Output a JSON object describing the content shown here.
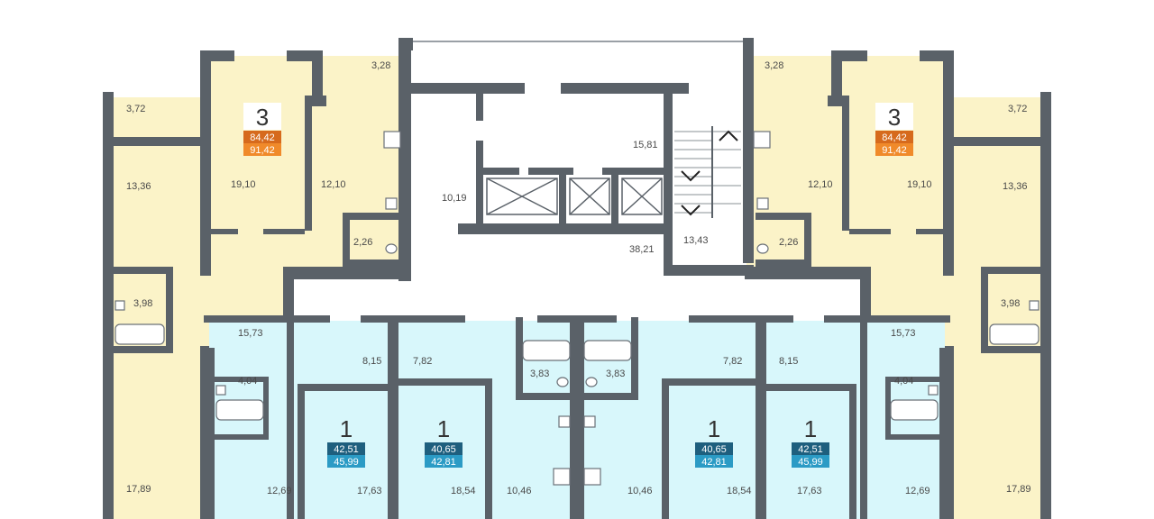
{
  "colors": {
    "wall": "#5a6168",
    "yellow": "#fbf3c8",
    "cyan": "#d8f7fb",
    "hall": "#ffffff",
    "badge_orange_dark": "#d66a1c",
    "badge_orange_light": "#f08a2a",
    "badge_blue_dark": "#1e5f7e",
    "badge_blue_light": "#2b9bc5"
  },
  "apartments": [
    {
      "rooms": "3",
      "total": "84,42",
      "with_balcony": "91,42",
      "color": "orange"
    },
    {
      "rooms": "3",
      "total": "84,42",
      "with_balcony": "91,42",
      "color": "orange"
    },
    {
      "rooms": "1",
      "total": "42,51",
      "with_balcony": "45,99",
      "color": "blue"
    },
    {
      "rooms": "1",
      "total": "40,65",
      "with_balcony": "42,81",
      "color": "blue"
    },
    {
      "rooms": "1",
      "total": "40,65",
      "with_balcony": "42,81",
      "color": "blue"
    },
    {
      "rooms": "1",
      "total": "42,51",
      "with_balcony": "45,99",
      "color": "blue"
    }
  ],
  "room_areas": {
    "l_balcony_a": "3,72",
    "l_balcony_b": "3,28",
    "l_room_a": "13,36",
    "l_room_b": "19,10",
    "l_kitchen": "12,10",
    "l_wc": "2,26",
    "l_bath": "3,98",
    "l_hall": "15,73",
    "l_room_c": "17,89",
    "r_balcony_a": "3,72",
    "r_balcony_b": "3,28",
    "r_room_a": "13,36",
    "r_room_b": "19,10",
    "r_kitchen": "12,10",
    "r_wc": "2,26",
    "r_bath": "3,98",
    "r_hall": "15,73",
    "r_room_c": "17,89",
    "core_a": "10,19",
    "core_b": "15,81",
    "core_corridor": "38,21",
    "stair": "13,43",
    "a1_hall": "8,15",
    "a1_bath": "4,04",
    "a1_room": "12,69",
    "a1_kitchen": "17,63",
    "a2_hall": "7,82",
    "a2_bath": "3,83",
    "a2_room": "18,54",
    "a2_kitchen": "10,46",
    "a3_hall": "7,82",
    "a3_bath": "3,83",
    "a3_room": "18,54",
    "a3_kitchen": "10,46",
    "a4_hall": "8,15",
    "a4_bath": "4,04",
    "a4_room": "12,69",
    "a4_kitchen": "17,63"
  }
}
